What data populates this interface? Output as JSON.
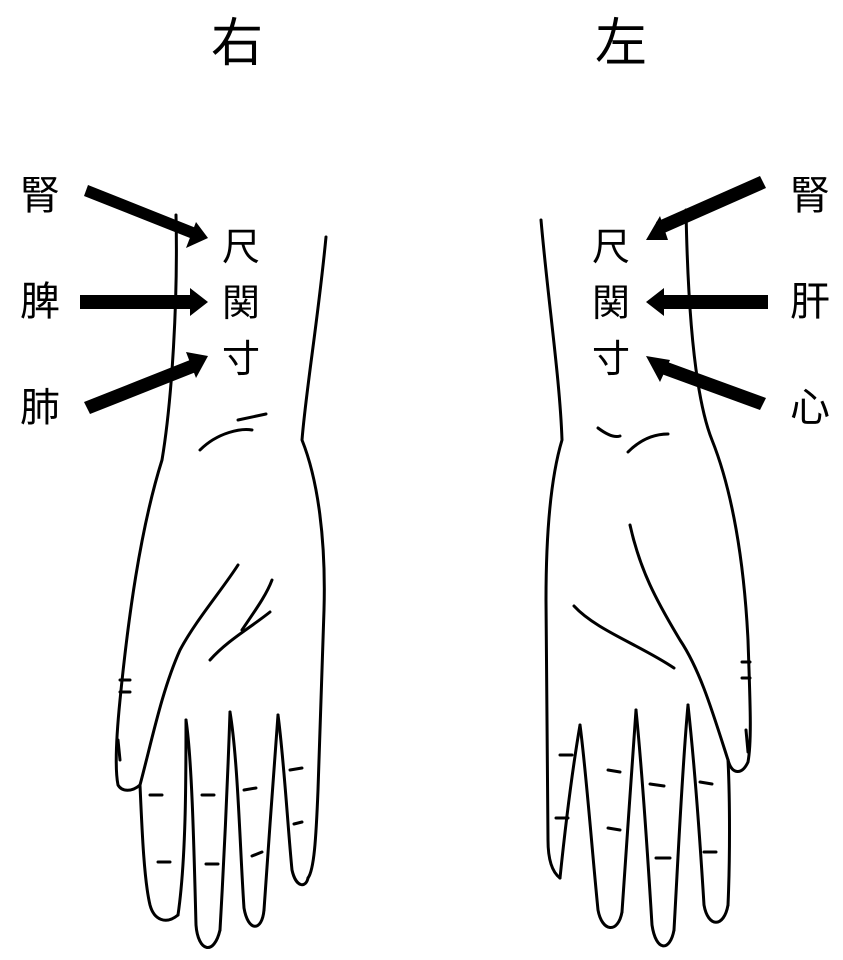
{
  "titles": {
    "right_hand": "右",
    "left_hand": "左"
  },
  "right_hand": {
    "organs": [
      "腎",
      "脾",
      "肺"
    ],
    "positions": [
      "尺",
      "関",
      "寸"
    ]
  },
  "left_hand": {
    "organs": [
      "腎",
      "肝",
      "心"
    ],
    "positions": [
      "尺",
      "関",
      "寸"
    ]
  },
  "colors": {
    "line": "#000000",
    "background": "#ffffff"
  }
}
